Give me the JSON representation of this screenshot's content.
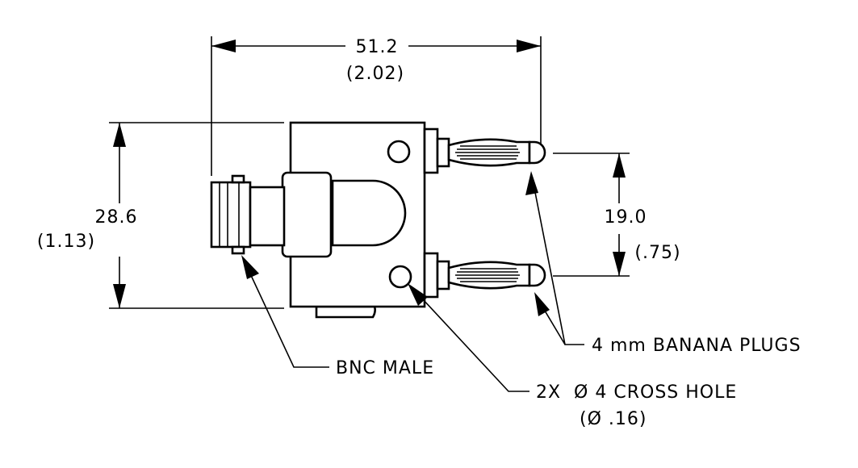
{
  "dimensions": {
    "width_mm": "51.2",
    "width_in": "(2.02)",
    "height_mm": "28.6",
    "height_in": "(1.13)",
    "spacing_mm": "19.0",
    "spacing_in": "(.75)"
  },
  "callouts": {
    "banana_plugs": "4 mm BANANA PLUGS",
    "bnc_male": "BNC MALE",
    "cross_hole": "2X  Ø 4 CROSS HOLE",
    "cross_hole_in": "(Ø .16)"
  },
  "colors": {
    "line": "#000000",
    "background": "#ffffff"
  }
}
